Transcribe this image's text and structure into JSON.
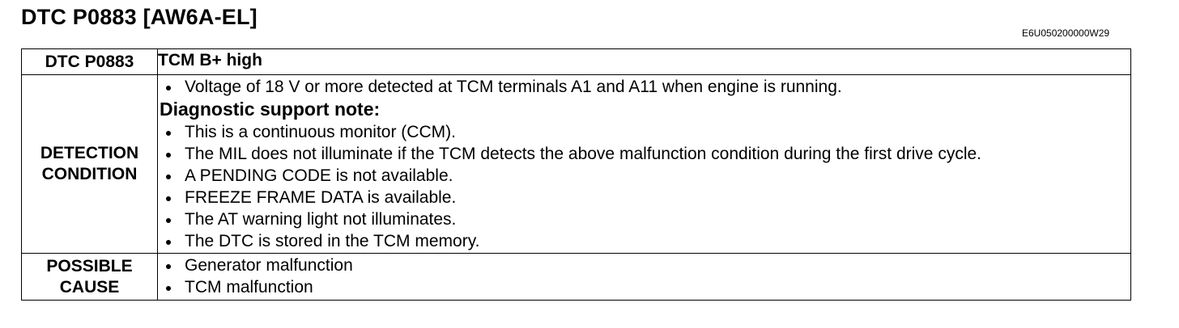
{
  "header": {
    "title": "DTC P0883 [AW6A-EL]",
    "doc_code": "E6U050200000W29"
  },
  "table": {
    "header_row": {
      "label": "DTC P0883",
      "value": "TCM B+ high"
    },
    "detection": {
      "label_line1": "DETECTION",
      "label_line2": "CONDITION",
      "items": [
        "Voltage of 18 V or more detected at TCM terminals A1 and A11 when engine is running."
      ],
      "note_heading": "Diagnostic support note:",
      "note_items": [
        "This is a continuous monitor (CCM).",
        "The MIL does not illuminate if the TCM detects the above malfunction condition during the first drive cycle.",
        "A PENDING CODE is not available.",
        "FREEZE FRAME DATA is available.",
        "The AT warning light not illuminates.",
        "The DTC is stored in the TCM memory."
      ]
    },
    "cause": {
      "label_line1": "POSSIBLE",
      "label_line2": "CAUSE",
      "items": [
        "Generator malfunction",
        "TCM malfunction"
      ]
    }
  }
}
